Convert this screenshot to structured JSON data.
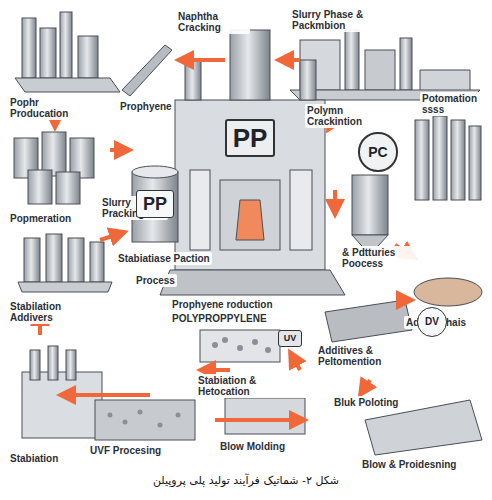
{
  "diagram": {
    "caption": "شکل ۲- شماتیک فرآیند تولید پلی پروپیلن",
    "nodes": [
      {
        "text": [
          "PP"
        ]
      },
      {
        "text": [
          "PP"
        ]
      },
      {
        "text": [
          "PC"
        ]
      },
      {
        "text": [
          "UV"
        ]
      },
      {
        "text": [
          "DV"
        ]
      }
    ],
    "labels": [
      "Naphtha Cracking",
      "Slurry Phase & Packmbion",
      "Pophr Producation",
      "Prophyene",
      "Polymn Crackintion",
      "Potomation ssss",
      "Slurry Pracking",
      "Popmeration",
      "Stabiatiase Paction",
      "Process",
      "Prophyene roduction",
      "POLYPROPPYLENE",
      "& Pdtturies Poocess",
      "Addyno hais",
      "Stabilation Addivers",
      "Additives & Peltomention",
      "Stabiation & Hetocation",
      "Bluk Poloting",
      "Blow Molding",
      "UVF Procesing",
      "Stabiation",
      "Blow & Proidesning"
    ]
  }
}
